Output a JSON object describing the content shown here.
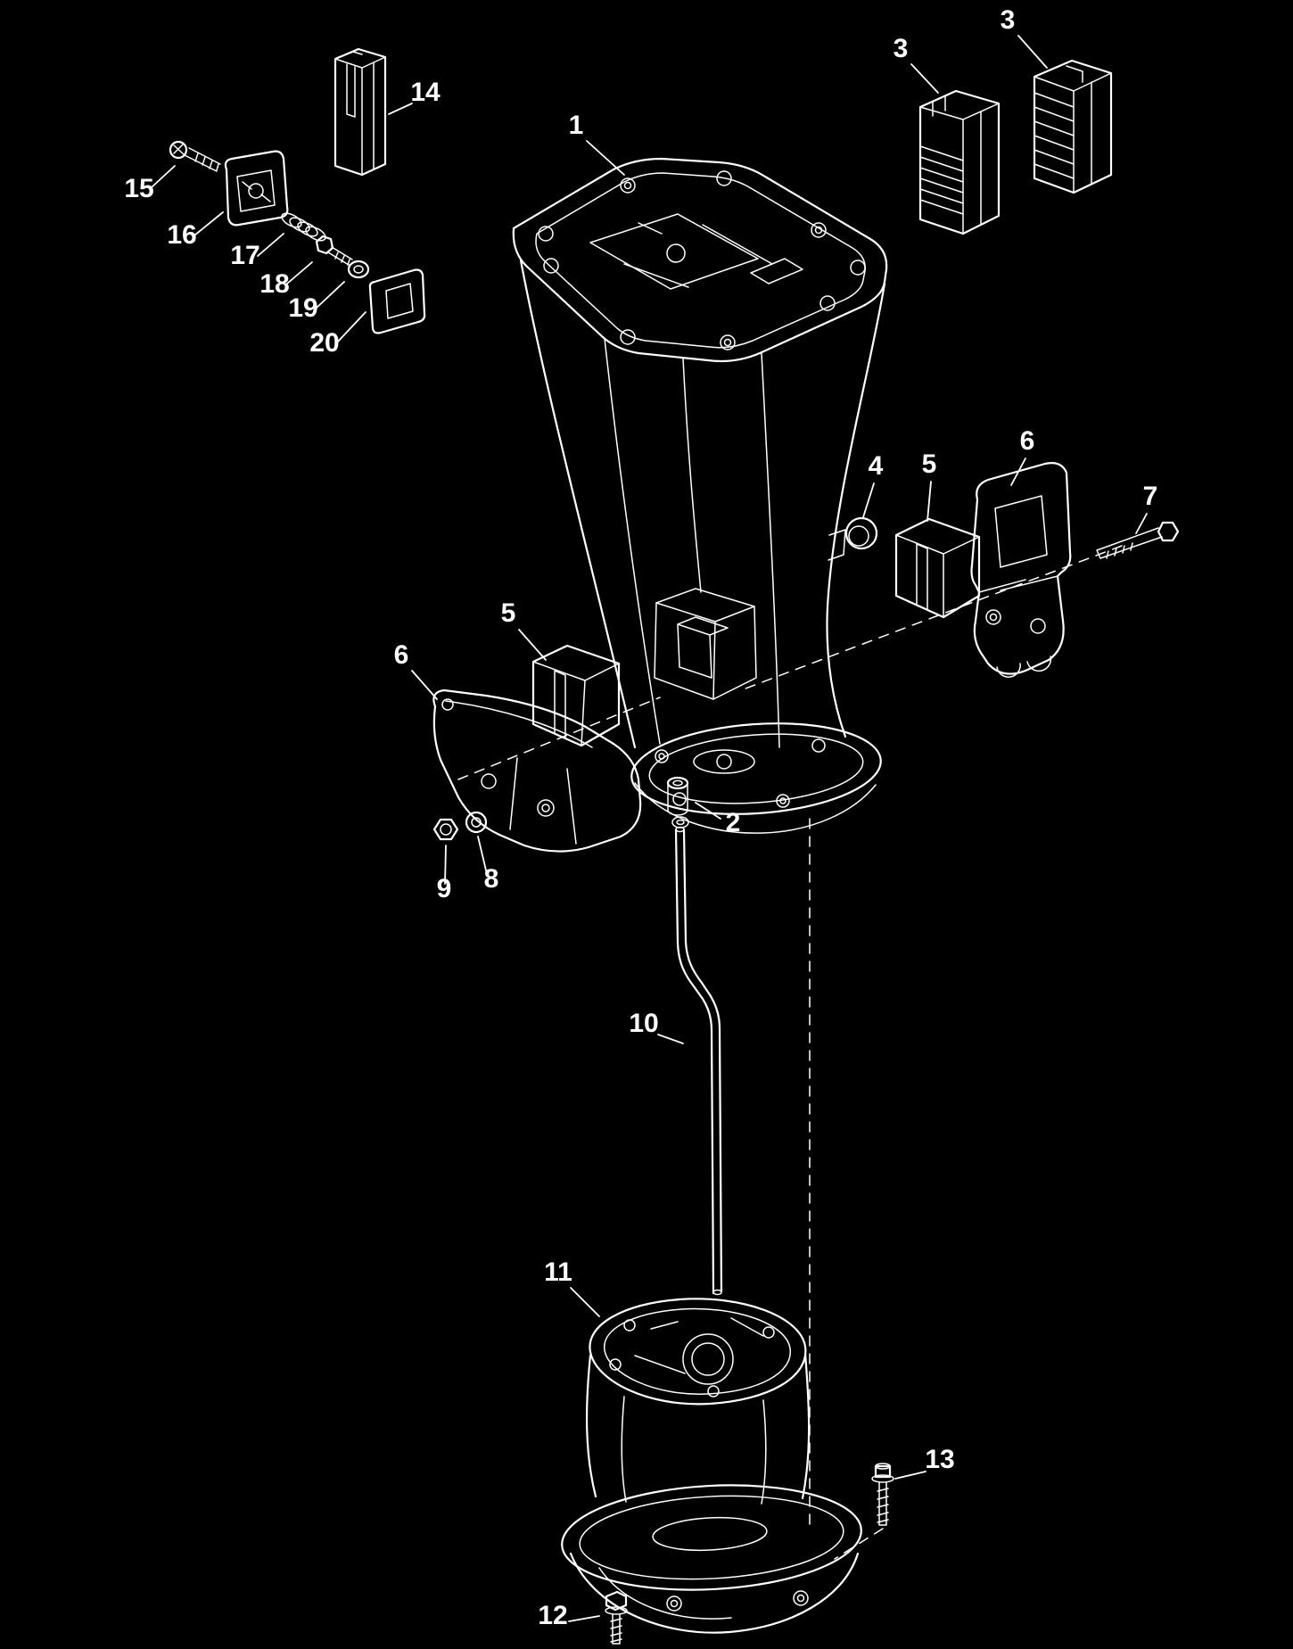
{
  "diagram": {
    "background_color": "#000000",
    "line_color": "#ffffff",
    "callouts": [
      {
        "label": "1"
      },
      {
        "label": "2"
      },
      {
        "label": "3"
      },
      {
        "label": "3"
      },
      {
        "label": "4"
      },
      {
        "label": "5"
      },
      {
        "label": "6"
      },
      {
        "label": "7"
      },
      {
        "label": "5"
      },
      {
        "label": "6"
      },
      {
        "label": "8"
      },
      {
        "label": "9"
      },
      {
        "label": "10"
      },
      {
        "label": "11"
      },
      {
        "label": "12"
      },
      {
        "label": "13"
      },
      {
        "label": "14"
      },
      {
        "label": "15"
      },
      {
        "label": "16"
      },
      {
        "label": "17"
      },
      {
        "label": "18"
      },
      {
        "label": "19"
      },
      {
        "label": "20"
      }
    ]
  }
}
